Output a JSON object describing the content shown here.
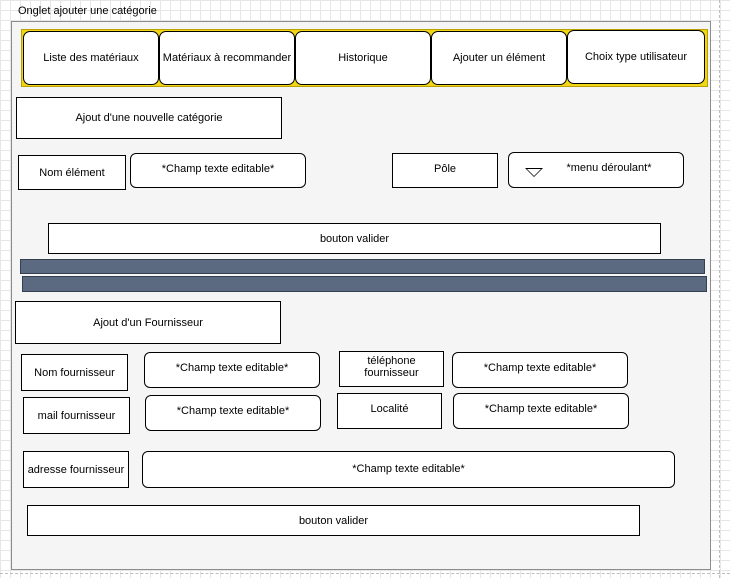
{
  "caption": "Onglet ajouter une catégorie",
  "tabs": [
    {
      "label": "Liste des matériaux"
    },
    {
      "label": "Matériaux à recommander"
    },
    {
      "label": "Historique"
    },
    {
      "label": "Ajouter un élément"
    },
    {
      "label": "Choix type utilisateur"
    }
  ],
  "category_section": {
    "title": "Ajout d'une nouvelle catégorie",
    "name_label": "Nom élément",
    "name_field": "*Champ texte editable*",
    "pole_label": "Pôle",
    "pole_dropdown": "*menu déroulant*",
    "submit": "bouton valider"
  },
  "supplier_section": {
    "title": "Ajout d'un Fournisseur",
    "name_label": "Nom fournisseur",
    "name_field": "*Champ texte editable*",
    "phone_label": "téléphone fournisseur",
    "phone_field": "*Champ texte editable*",
    "mail_label": "mail fournisseur",
    "mail_field": "*Champ texte editable*",
    "city_label": "Localité",
    "city_field": "*Champ texte editable*",
    "address_label": "adresse fournisseur",
    "address_field": "*Champ texte editable*",
    "submit": "bouton valider"
  }
}
